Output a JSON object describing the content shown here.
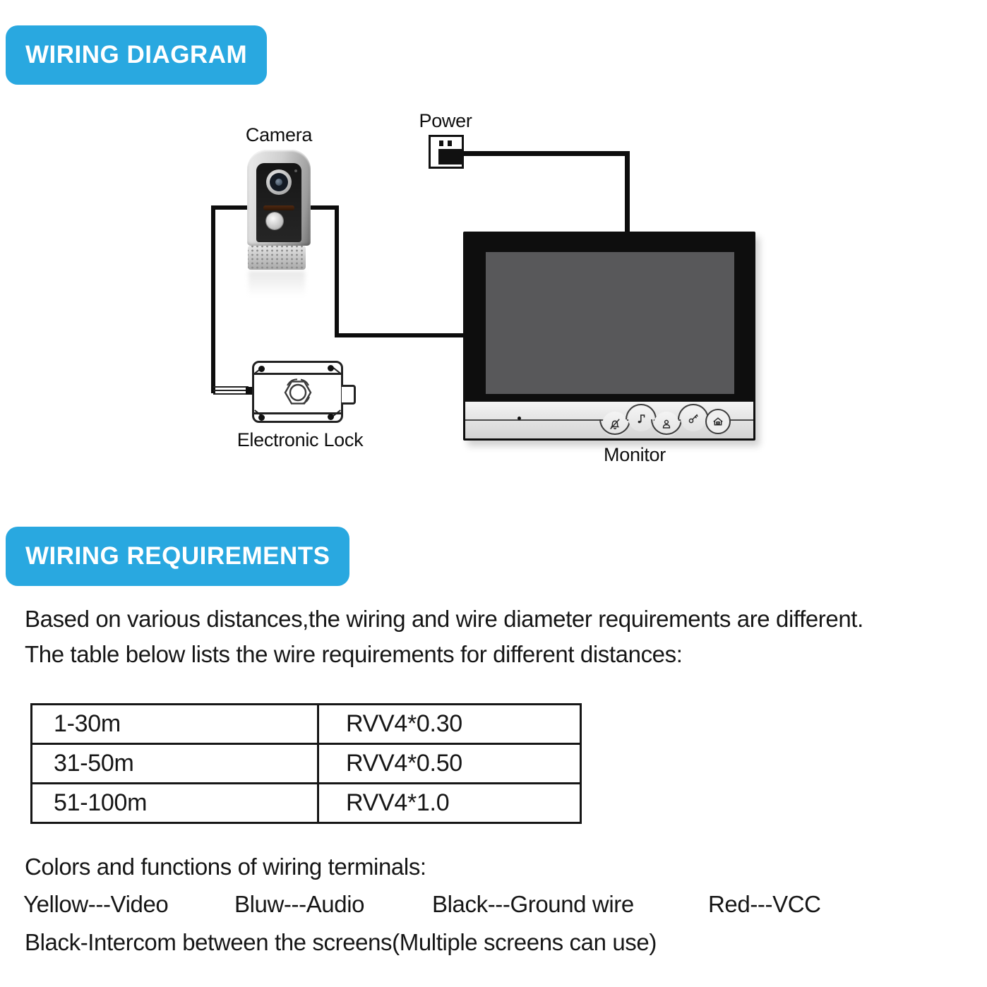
{
  "sections": {
    "diagram_badge": "WIRING DIAGRAM",
    "requirements_badge": "WIRING REQUIREMENTS"
  },
  "diagram": {
    "camera_label": "Camera",
    "power_label": "Power",
    "monitor_label": "Monitor",
    "lock_label": "Electronic Lock",
    "monitor_icons": [
      "mute-bell",
      "melody",
      "monitor-call",
      "unlock-key",
      "home-camera"
    ]
  },
  "requirements": {
    "intro_line1": "Based on various distances,the wiring and wire diameter requirements are different.",
    "intro_line2": "The table below lists the wire requirements for different distances:",
    "wire_table": {
      "rows": [
        {
          "distance": "1-30m",
          "wire": "RVV4*0.30"
        },
        {
          "distance": "31-50m",
          "wire": "RVV4*0.50"
        },
        {
          "distance": "51-100m",
          "wire": "RVV4*1.0"
        }
      ]
    },
    "terminals_heading": "Colors and functions of wiring terminals:",
    "terminals": [
      "Yellow---Video",
      "Bluw---Audio",
      "Black---Ground wire",
      "Red---VCC"
    ],
    "intercom_note": "Black-Intercom between the screens(Multiple screens can use)"
  },
  "colors": {
    "badge_blue": "#29a8e0",
    "wire_black": "#0d0d0d",
    "screen_gray": "#58585a"
  }
}
